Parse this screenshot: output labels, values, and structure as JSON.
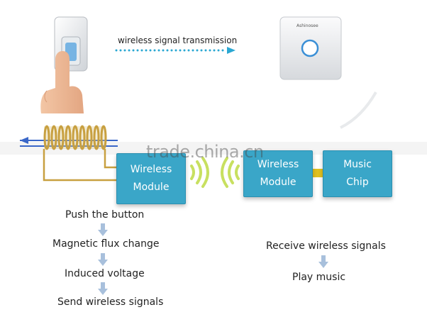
{
  "top": {
    "signal_label": "wireless signal transmission",
    "receiver_brand": "Ashinosee"
  },
  "modules": {
    "transmitter": {
      "line1": "Wireless",
      "line2": "Module"
    },
    "receiver": {
      "line1": "Wireless",
      "line2": "Module"
    },
    "music": {
      "line1": "Music",
      "line2": "Chip"
    }
  },
  "watermark": "trade.china.cn",
  "left_steps": [
    "Push the button",
    "Magnetic flux change",
    "Induced voltage",
    "Send wireless signals"
  ],
  "right_steps": [
    "Receive wireless signals",
    "Play music"
  ],
  "colors": {
    "module": "#3aa6c8",
    "coil": "#c8a040",
    "connector": "#e0c020",
    "arrow": "#a8c0dc",
    "signal": "#2aa7d2",
    "wave": "#c8e060"
  }
}
